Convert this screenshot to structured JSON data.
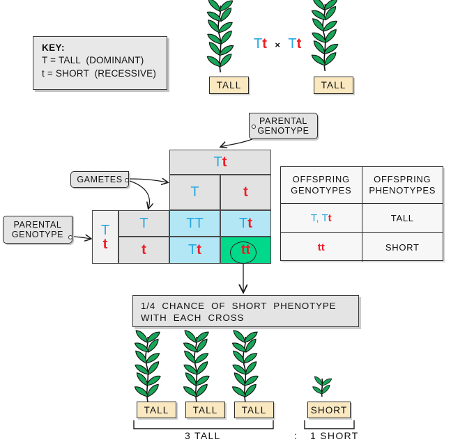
{
  "key": {
    "title": "KEY:",
    "line1": "T = TALL  (DOMINANT)",
    "line2": "t = SHORT  (RECESSIVE)"
  },
  "parents": {
    "genotype_left": {
      "dominant": "T",
      "recessive": "t"
    },
    "cross_symbol": "×",
    "genotype_right": {
      "dominant": "T",
      "recessive": "t"
    },
    "label_left": "TALL",
    "label_right": "TALL"
  },
  "callouts": {
    "parental_genotype_top": "PARENTAL\nGENOTYPE",
    "parental_genotype_top_line1": "PARENTAL",
    "parental_genotype_top_line2": "GENOTYPE",
    "gametes": "GAMETES",
    "parental_genotype_left_line1": "PARENTAL",
    "parental_genotype_left_line2": "GENOTYPE"
  },
  "punnett": {
    "top_header": {
      "dominant": "T",
      "recessive": "t"
    },
    "left_header": {
      "dominant": "T",
      "recessive": "t"
    },
    "column_gametes": [
      "T",
      "t"
    ],
    "row_gametes": [
      "T",
      "t"
    ],
    "cells": [
      {
        "dominant": "TT",
        "recessive": "",
        "text": "TT",
        "highlight": "cyan"
      },
      {
        "dominant": "T",
        "recessive": "t",
        "text": "Tt",
        "highlight": "cyan"
      },
      {
        "dominant": "T",
        "recessive": "t",
        "text": "Tt",
        "highlight": "cyan"
      },
      {
        "dominant": "",
        "recessive": "tt",
        "text": "tt",
        "highlight": "green"
      }
    ]
  },
  "offspring_table": {
    "header_left_line1": "OFFSPRING",
    "header_left_line2": "GENOTYPES",
    "header_right_line1": "OFFSPRING",
    "header_right_line2": "PHENOTYPES",
    "rows": [
      {
        "genotype_dominant": "T, T",
        "genotype_recessive": "t",
        "genotype_display": "T, Tt",
        "phenotype": "TALL"
      },
      {
        "genotype_dominant": "",
        "genotype_recessive": "tt",
        "genotype_display": "tt",
        "phenotype": "SHORT"
      }
    ]
  },
  "banner": {
    "line1": "1/4  CHANCE  OF  SHORT  PHENOTYPE",
    "line2": "WITH  EACH  CROSS"
  },
  "results": {
    "boxes": [
      "TALL",
      "TALL",
      "TALL",
      "SHORT"
    ],
    "ratio_left": "3 TALL",
    "ratio_colon": ":",
    "ratio_right": "1 SHORT"
  },
  "colors": {
    "dominant_blue": "#29a8e0",
    "recessive_red": "#ee1c25",
    "cell_cyan": "#b3e7f5",
    "cell_green": "#00d98a",
    "cell_grey": "#e2e2e2",
    "pheno_box": "#fae8c0",
    "plant_green": "#18a558"
  }
}
